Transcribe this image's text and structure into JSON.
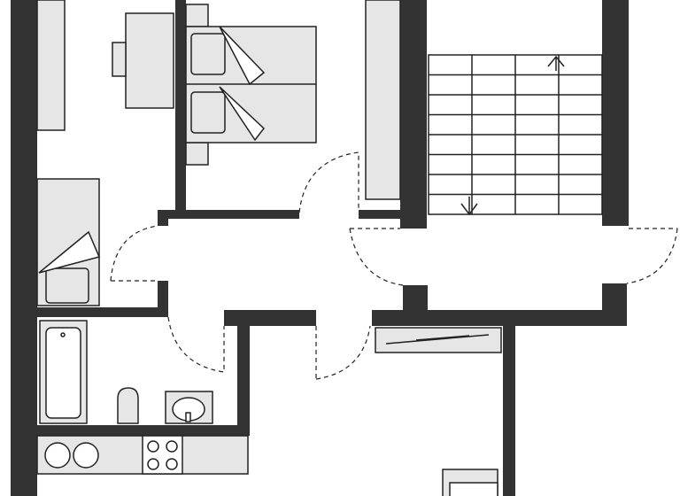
{
  "plan": {
    "colors": {
      "wall": "#333333",
      "furniture": "#e6e6e6",
      "background": "#ffffff"
    },
    "rooms": [
      "bedroom-double",
      "bedroom-single",
      "bathroom",
      "kitchen",
      "hallway",
      "stairwell"
    ],
    "stair_arrows": [
      "up",
      "down"
    ]
  }
}
